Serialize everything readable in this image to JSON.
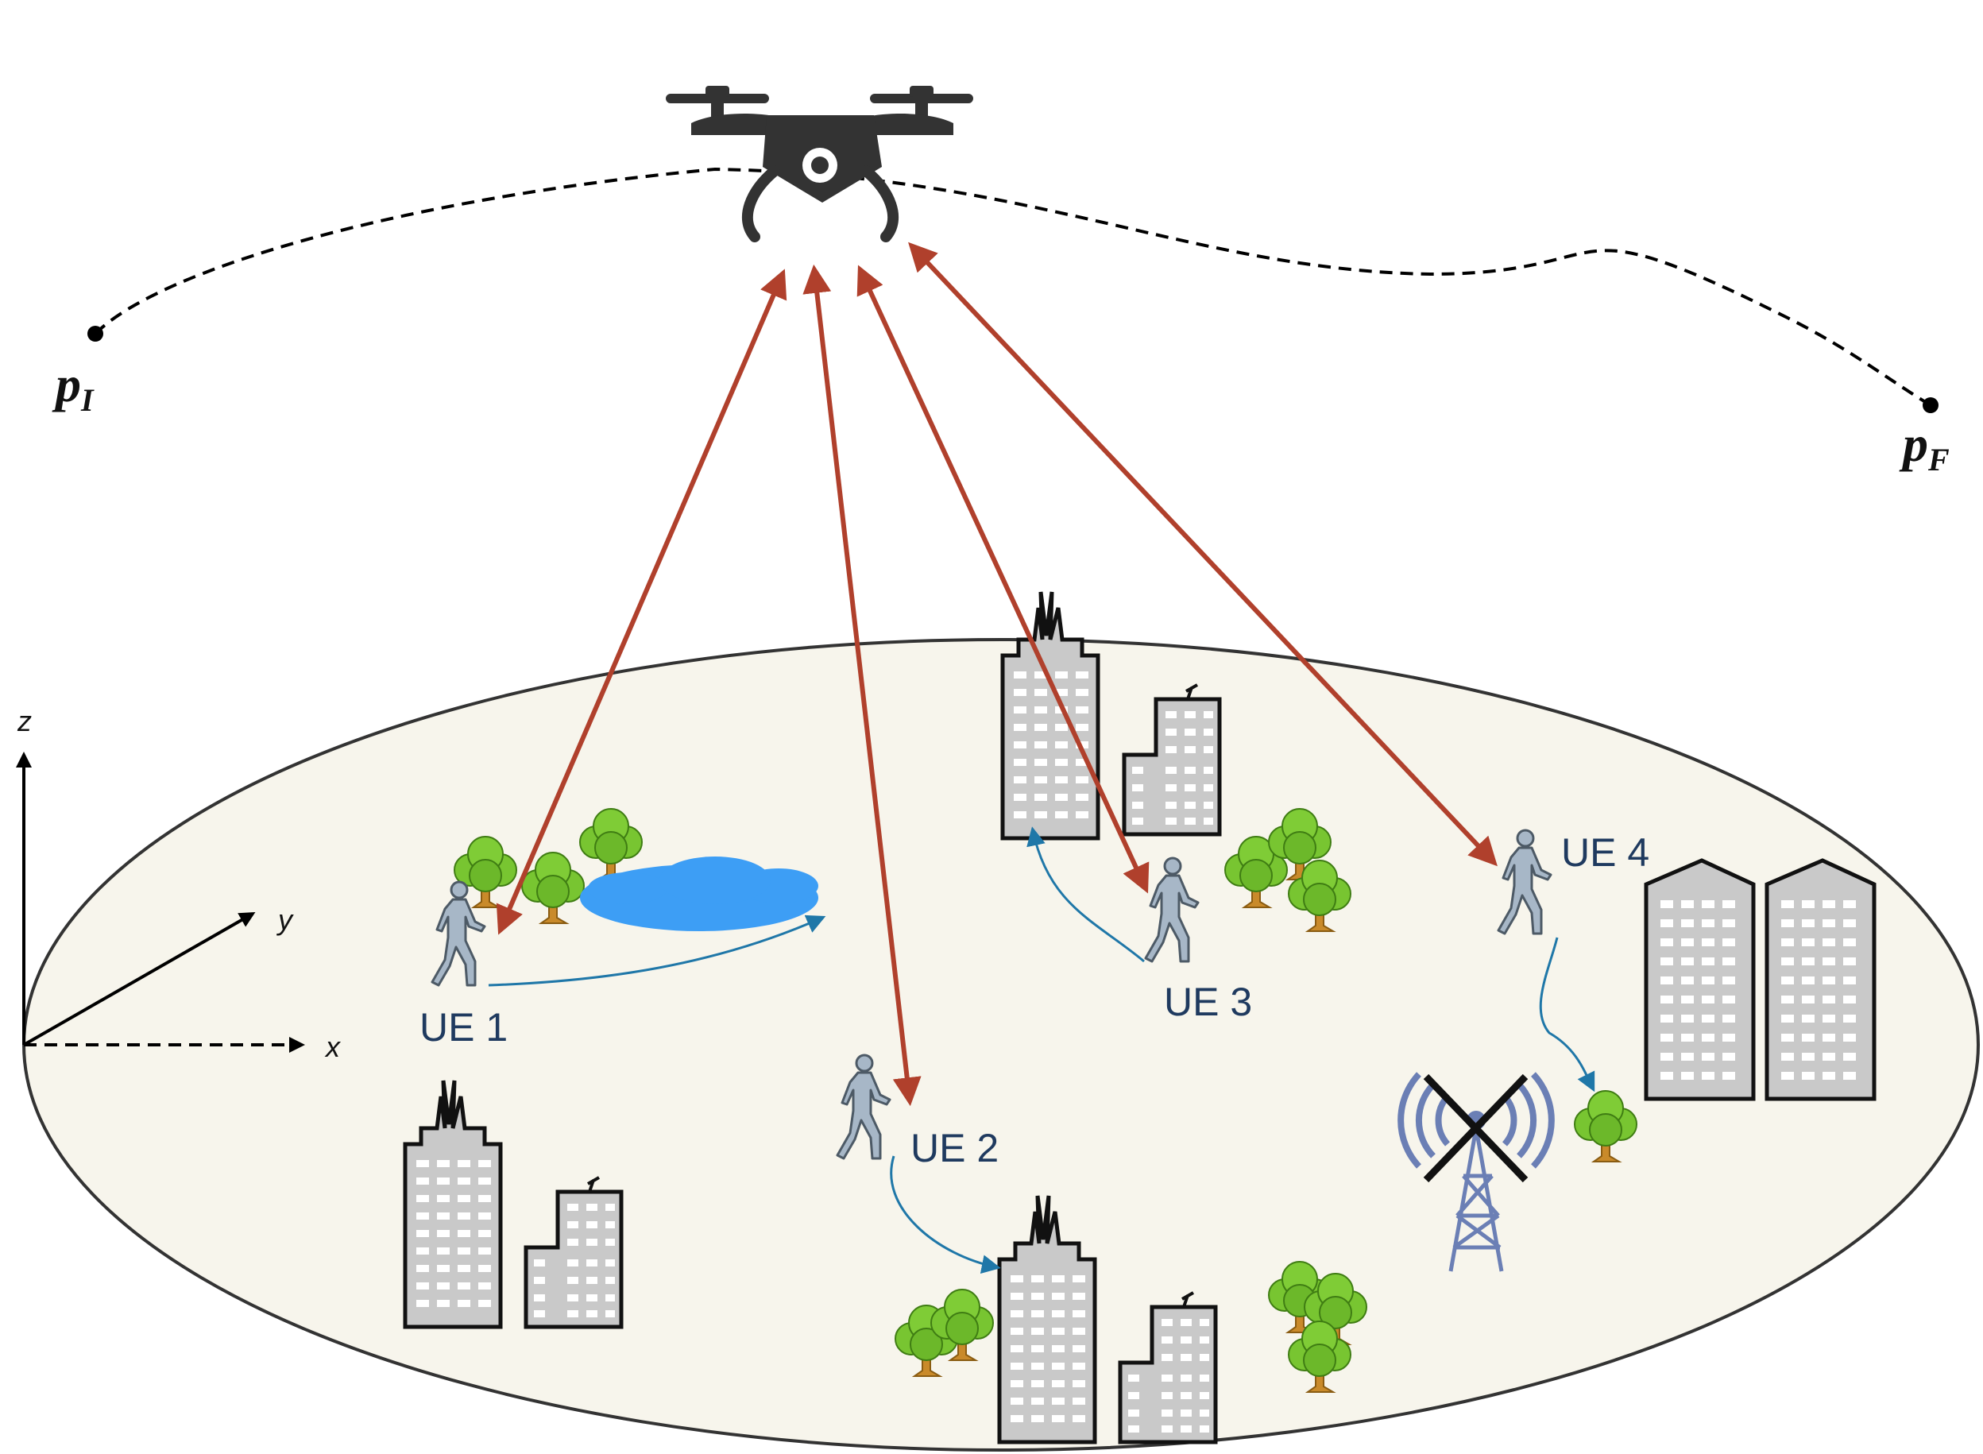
{
  "axes": {
    "x": "x",
    "y": "y",
    "z": "z"
  },
  "trajectory": {
    "start_label": "p",
    "start_sub": "I",
    "end_label": "p",
    "end_sub": "F"
  },
  "users": [
    {
      "id": "ue1",
      "label": "UE 1"
    },
    {
      "id": "ue2",
      "label": "UE 2"
    },
    {
      "id": "ue3",
      "label": "UE 3"
    },
    {
      "id": "ue4",
      "label": "UE 4"
    }
  ],
  "colors": {
    "link": "#b0402c",
    "ground": "#f7f5ec",
    "path": "#1f77a8",
    "water": "#3d9ef5",
    "drone": "#333333",
    "person": "#a7b7c7",
    "building": "#c9c9c9",
    "tree": "#78c531",
    "tower": "#6b7fb5"
  },
  "icons": [
    "drone-icon",
    "person-icon",
    "building-icon",
    "tree-icon",
    "lake-icon",
    "cell-tower-icon"
  ]
}
